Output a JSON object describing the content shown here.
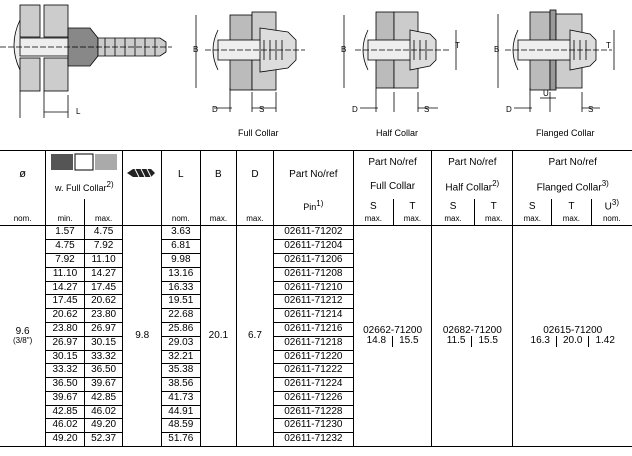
{
  "captions": {
    "full": "Full Collar",
    "half": "Half Collar",
    "flanged": "Flanged Collar"
  },
  "diagram_labels": {
    "L": "L",
    "B": "B",
    "D": "D",
    "S": "S",
    "T": "T",
    "U": "U"
  },
  "header": {
    "dia": "ø",
    "grip_sub": "w. Full Collar",
    "grip_sup": "2)",
    "L": "L",
    "B": "B",
    "D": "D",
    "part_no_ref": "Part No/ref",
    "pin": "Pin",
    "pin_sup": "1)",
    "full_collar": "Full Collar",
    "half_collar": "Half Collar",
    "half_sup": "2)",
    "flanged_collar": "Flanged Collar",
    "flanged_sup": "3)",
    "S": "S",
    "T": "T",
    "U": "U",
    "U_sup": "3)"
  },
  "units": {
    "nom": "nom.",
    "min": "min.",
    "max": "max."
  },
  "dia_value": "9.6",
  "dia_inch": "(3/8\")",
  "drill": "9.8",
  "B_value": "20.1",
  "D_value": "6.7",
  "full_collar_part": "02662-71200",
  "full_collar_S": "14.8",
  "full_collar_T": "15.5",
  "half_collar_part": "02682-71200",
  "half_collar_S": "11.5",
  "half_collar_T": "15.5",
  "flanged_collar_part": "02615-71200",
  "flanged_collar_S": "16.3",
  "flanged_collar_T": "20.0",
  "flanged_collar_U": "1.42",
  "rows": [
    {
      "min": "1.57",
      "max": "4.75",
      "L": "3.63",
      "pin": "02611-71202"
    },
    {
      "min": "4.75",
      "max": "7.92",
      "L": "6.81",
      "pin": "02611-71204"
    },
    {
      "min": "7.92",
      "max": "11.10",
      "L": "9.98",
      "pin": "02611-71206"
    },
    {
      "min": "11.10",
      "max": "14.27",
      "L": "13.16",
      "pin": "02611-71208"
    },
    {
      "min": "14.27",
      "max": "17.45",
      "L": "16.33",
      "pin": "02611-71210"
    },
    {
      "min": "17.45",
      "max": "20.62",
      "L": "19.51",
      "pin": "02611-71212"
    },
    {
      "min": "20.62",
      "max": "23.80",
      "L": "22.68",
      "pin": "02611-71214"
    },
    {
      "min": "23.80",
      "max": "26.97",
      "L": "25.86",
      "pin": "02611-71216"
    },
    {
      "min": "26.97",
      "max": "30.15",
      "L": "29.03",
      "pin": "02611-71218"
    },
    {
      "min": "30.15",
      "max": "33.32",
      "L": "32.21",
      "pin": "02611-71220"
    },
    {
      "min": "33.32",
      "max": "36.50",
      "L": "35.38",
      "pin": "02611-71222"
    },
    {
      "min": "36.50",
      "max": "39.67",
      "L": "38.56",
      "pin": "02611-71224"
    },
    {
      "min": "39.67",
      "max": "42.85",
      "L": "41.73",
      "pin": "02611-71226"
    },
    {
      "min": "42.85",
      "max": "46.02",
      "L": "44.91",
      "pin": "02611-71228"
    },
    {
      "min": "46.02",
      "max": "49.20",
      "L": "48.59",
      "pin": "02611-71230"
    },
    {
      "min": "49.20",
      "max": "52.37",
      "L": "51.76",
      "pin": "02611-71232"
    }
  ],
  "colors": {
    "collar": "#c8c8c8",
    "pin": "#e6e6e6",
    "dark": "#5a5a5a"
  }
}
